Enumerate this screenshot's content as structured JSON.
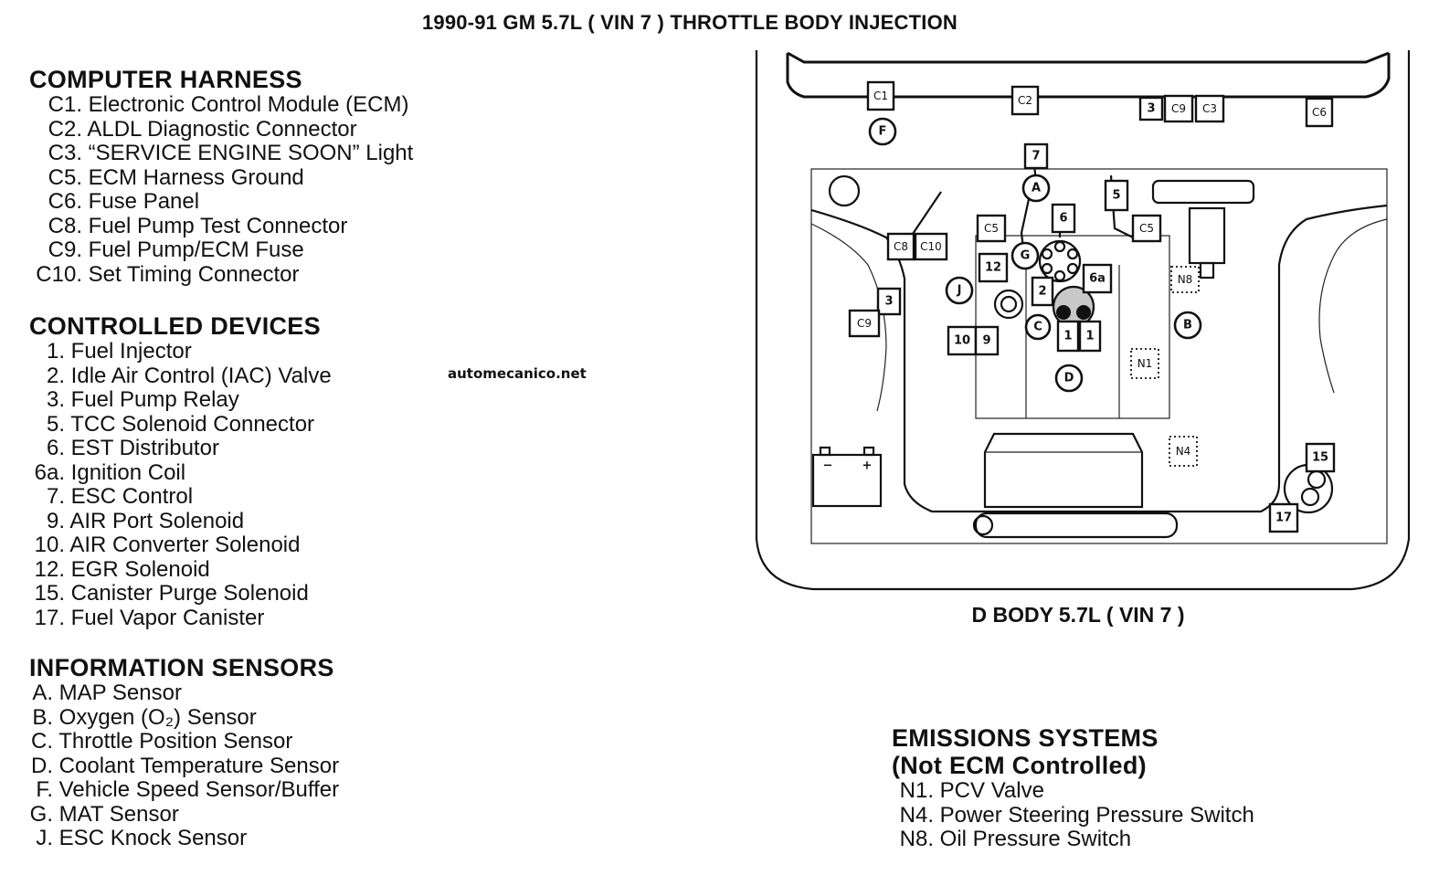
{
  "title": "1990-91 GM 5.7L ( VIN 7 ) THROTTLE BODY INJECTION",
  "watermark": "automecanico.net",
  "caption": "D BODY 5.7L ( VIN 7 )",
  "computer_harness": {
    "heading": "COMPUTER HARNESS",
    "items": [
      {
        "code": "C1.",
        "text": "Electronic Control Module (ECM)"
      },
      {
        "code": "C2.",
        "text": "ALDL Diagnostic Connector"
      },
      {
        "code": "C3.",
        "text": "“SERVICE ENGINE SOON” Light"
      },
      {
        "code": "C5.",
        "text": "ECM Harness Ground"
      },
      {
        "code": "C6.",
        "text": "Fuse Panel"
      },
      {
        "code": "C8.",
        "text": "Fuel Pump Test Connector"
      },
      {
        "code": "C9.",
        "text": "Fuel Pump/ECM Fuse"
      },
      {
        "code": "C10.",
        "text": "Set Timing Connector"
      }
    ]
  },
  "controlled_devices": {
    "heading": "CONTROLLED DEVICES",
    "items": [
      {
        "code": "1.",
        "text": "Fuel Injector"
      },
      {
        "code": "2.",
        "text": "Idle Air Control (IAC) Valve"
      },
      {
        "code": "3.",
        "text": "Fuel Pump Relay"
      },
      {
        "code": "5.",
        "text": "TCC Solenoid Connector"
      },
      {
        "code": "6.",
        "text": "EST Distributor"
      },
      {
        "code": "6a.",
        "text": "Ignition Coil"
      },
      {
        "code": "7.",
        "text": "ESC Control"
      },
      {
        "code": "9.",
        "text": "AIR Port Solenoid"
      },
      {
        "code": "10.",
        "text": "AIR Converter Solenoid"
      },
      {
        "code": "12.",
        "text": "EGR Solenoid"
      },
      {
        "code": "15.",
        "text": "Canister Purge Solenoid"
      },
      {
        "code": "17.",
        "text": "Fuel Vapor Canister"
      }
    ]
  },
  "information_sensors": {
    "heading": "INFORMATION SENSORS",
    "items": [
      {
        "code": "A.",
        "text": "MAP Sensor"
      },
      {
        "code": "B.",
        "text": "Oxygen (O₂) Sensor"
      },
      {
        "code": "C.",
        "text": "Throttle Position Sensor"
      },
      {
        "code": "D.",
        "text": "Coolant Temperature Sensor"
      },
      {
        "code": "F.",
        "text": "Vehicle Speed Sensor/Buffer"
      },
      {
        "code": "G.",
        "text": "MAT Sensor"
      },
      {
        "code": "J.",
        "text": "ESC Knock Sensor"
      }
    ]
  },
  "emissions_systems": {
    "heading": "EMISSIONS SYSTEMS",
    "subheading": "(Not ECM Controlled)",
    "items": [
      {
        "code": "N1.",
        "text": "PCV Valve"
      },
      {
        "code": "N4.",
        "text": "Power Steering Pressure Switch"
      },
      {
        "code": "N8.",
        "text": "Oil Pressure Switch"
      }
    ]
  },
  "diagram_labels": {
    "c1": "C1",
    "c2": "C2",
    "c3": "C3",
    "c5a": "C5",
    "c5b": "C5",
    "c6": "C6",
    "c8": "C8",
    "c9a": "C9",
    "c9b": "C9",
    "c10": "C10",
    "n1": "N1",
    "n4": "N4",
    "n8": "N8",
    "d1a": "1",
    "d1b": "1",
    "d2": "2",
    "d3a": "3",
    "d3b": "3",
    "d5": "5",
    "d6": "6",
    "d6a": "6a",
    "d7": "7",
    "d9": "9",
    "d10": "10",
    "d12": "12",
    "d15": "15",
    "d17": "17",
    "sA": "A",
    "sB": "B",
    "sC": "C",
    "sD": "D",
    "sF": "F",
    "sG": "G",
    "sJ": "J",
    "battery_minus": "−",
    "battery_plus": "+"
  }
}
